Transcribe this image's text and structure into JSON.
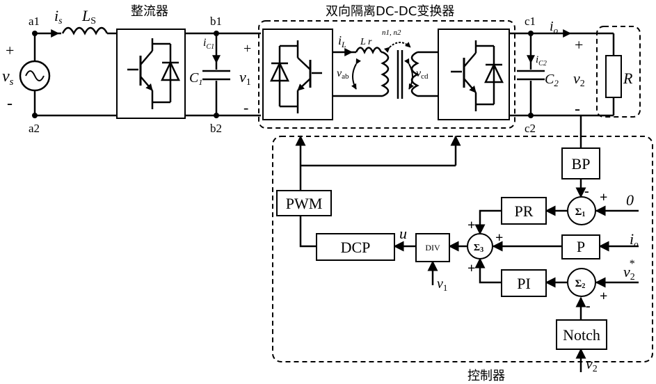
{
  "titles": {
    "rectifier": "整流器",
    "dab": "双向隔离DC-DC变换器",
    "controller": "控制器"
  },
  "nodes": {
    "a1": "a1",
    "a2": "a2",
    "b1": "b1",
    "b2": "b2",
    "c1": "c1",
    "c2": "c2"
  },
  "source": {
    "label_base": "v",
    "label_sub": "s",
    "plus": "+",
    "minus": "-"
  },
  "signals": {
    "is_base": "i",
    "is_sub": "s",
    "Ls_base": "L",
    "Ls_sub": "S",
    "ic1_base": "i",
    "ic1_sub": "C1",
    "C1_base": "C",
    "C1_sub": "1",
    "v1_base": "v",
    "v1_sub": "1",
    "iL_base": "i",
    "iL_sub": "L",
    "Lr": "L r",
    "n_label": "n1, n2",
    "vab_base": "v",
    "vab_sub": "ab",
    "vcd_base": "v",
    "vcd_sub": "cd",
    "io_base": "i",
    "io_sub": "o",
    "ic2_base": "i",
    "ic2_sub": "C2",
    "C2_base": "C",
    "C2_sub": "2",
    "v2_base": "v",
    "v2_sub": "2",
    "R": "R",
    "plus": "+",
    "minus": "-"
  },
  "blocks": {
    "BP": "BP",
    "PR": "PR",
    "P": "P",
    "PI": "PI",
    "Notch": "Notch",
    "PWM": "PWM",
    "DCP": "DCP",
    "DIV": "DIV"
  },
  "summers": {
    "s1_base": "Σ",
    "s1_sub": "1",
    "s2_base": "Σ",
    "s2_sub": "2",
    "s3_base": "Σ",
    "s3_sub": "3"
  },
  "control_inputs": {
    "zero": "0",
    "io_base": "i",
    "io_sub": "o",
    "v2ref_base": "v",
    "v2ref_sub": "2",
    "v2ref_sup": "*",
    "v2_base": "v",
    "v2_sub": "2",
    "v1_base": "v",
    "v1_sub": "1",
    "u": "u"
  }
}
